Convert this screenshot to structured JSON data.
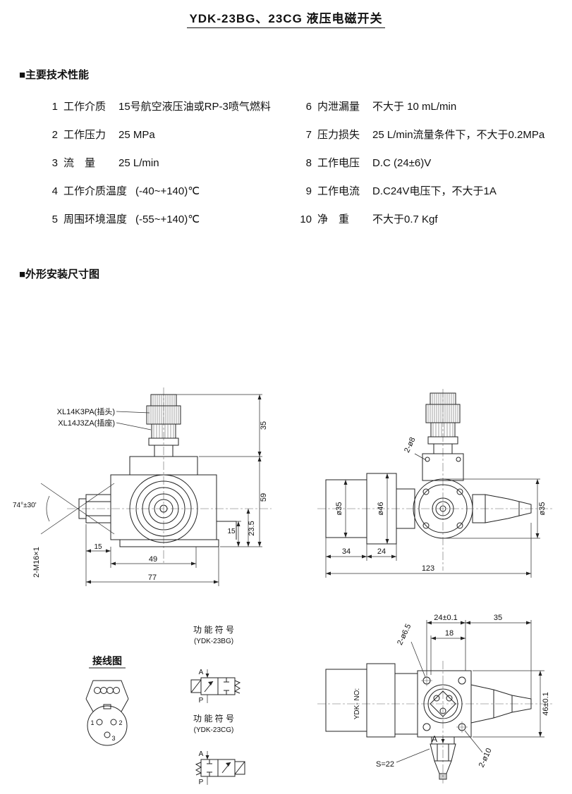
{
  "title": "YDK-23BG、23CG 液压电磁开关",
  "sections": {
    "specs": "■主要技术性能",
    "outline": "■外形安装尺寸图"
  },
  "specs": {
    "left": [
      {
        "num": "1",
        "name": "工作介质",
        "value": "15号航空液压油或RP-3喷气燃料"
      },
      {
        "num": "2",
        "name": "工作压力",
        "value": "25 MPa"
      },
      {
        "num": "3",
        "name": "流　量",
        "value": "25 L/min"
      },
      {
        "num": "4",
        "name": "工作介质温度",
        "value": "(-40~+140)℃"
      },
      {
        "num": "5",
        "name": "周围环境温度",
        "value": "(-55~+140)℃"
      }
    ],
    "right": [
      {
        "num": "6",
        "name": "内泄漏量",
        "value": "不大于 10 mL/min"
      },
      {
        "num": "7",
        "name": "压力损失",
        "value": "25 L/min流量条件下，不大于0.2MPa"
      },
      {
        "num": "8",
        "name": "工作电压",
        "value": "D.C (24±6)V"
      },
      {
        "num": "9",
        "name": "工作电流",
        "value": "D.C24V电压下，不大于1A"
      },
      {
        "num": "10",
        "name": "净　重",
        "value": "不大于0.7 Kgf"
      }
    ]
  },
  "front_view": {
    "plug_label": "XL14K3PA(插头)",
    "socket_label": "XL14J3ZA(插座)",
    "angle": "74°±30'",
    "thread": "2-M16×1",
    "dim_connector": "35",
    "dim_body": "59",
    "dim_center": "23.5",
    "dim_step": "15",
    "dim_port": "15",
    "dim_49": "49",
    "dim_77": "77"
  },
  "side_view": {
    "holes": "2-ø8",
    "dia_left": "ø35",
    "dia_mid": "ø46",
    "dia_right": "ø35",
    "dim_34": "34",
    "dim_24": "24",
    "dim_123": "123"
  },
  "wiring": {
    "title": "接线图",
    "pin1": "1",
    "pin2": "2",
    "pin3": "3"
  },
  "symbol_bg": {
    "title": "功 能 符 号",
    "model": "(YDK-23BG)",
    "port_a": "A",
    "port_p": "P"
  },
  "symbol_cg": {
    "title": "功 能 符 号",
    "model": "(YDK-23CG)",
    "port_a": "A",
    "port_p": "P"
  },
  "bottom_view": {
    "dim_holes": "24±0.1",
    "dim_35": "35",
    "dim_18": "18",
    "holes_top": "2-ø6.5",
    "dim_46": "46±0.1",
    "marking": "YDK- NO:",
    "port_a": "A",
    "holes_bottom": "2-ø10",
    "wrench": "S=22"
  }
}
